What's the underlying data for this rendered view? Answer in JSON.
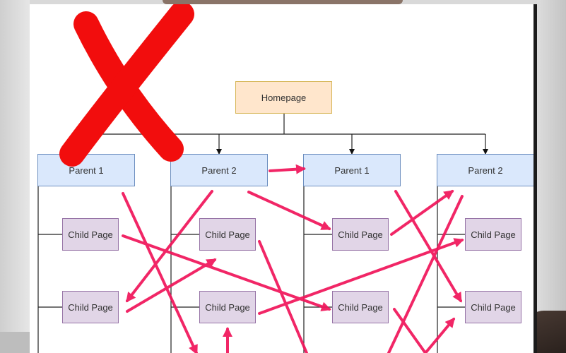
{
  "diagram": {
    "homepage": "Homepage",
    "parents": [
      "Parent 1",
      "Parent 2",
      "Parent 1",
      "Parent 2"
    ],
    "children": [
      [
        "Child Page",
        "Child Page"
      ],
      [
        "Child Page",
        "Child Page"
      ],
      [
        "Child Page",
        "Child Page"
      ],
      [
        "Child Page",
        "Child Page"
      ]
    ]
  },
  "colors": {
    "homepage_fill": "#ffe6cc",
    "homepage_stroke": "#d6b656",
    "parent_fill": "#dae8fc",
    "parent_stroke": "#6c8ebf",
    "child_fill": "#e1d5e7",
    "child_stroke": "#9673a6",
    "arrow_color": "#f0145a",
    "cross_color": "#f20d0d"
  },
  "icons": {
    "cross": "red-x-icon",
    "arrows": "pink-arrow-icon"
  }
}
